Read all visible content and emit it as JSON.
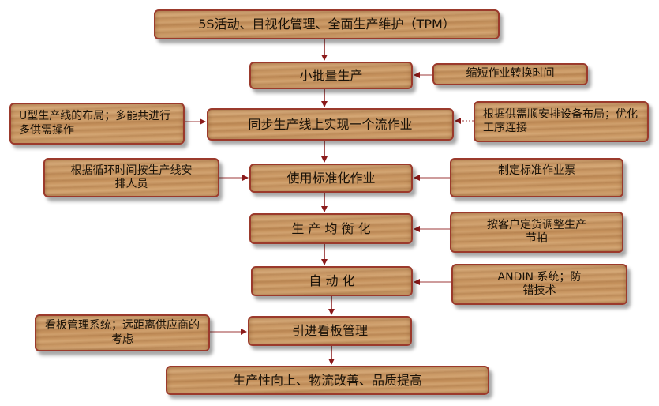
{
  "main_flow": [
    "5S活动、目视化管理、全面生产维护（TPM）",
    "小批量生产",
    "同步生产线上实现一个流作业",
    "使用标准化作业",
    "生 产 均 衡 化",
    "自 动 化",
    "引进看板管理",
    "生产性向上、物流改善、品质提高"
  ],
  "side_inputs": {
    "shorten_changeover": "缩短作业转换时间",
    "u_line": "U型生产线的布局；多能共进行多供需操作",
    "layout_by_demand": "根据供需顺安排设备布局；优化工序连接",
    "staff_by_cycle": "根据循环时间按生产线安排人员",
    "std_work_sheet": "制定标准作业票",
    "adjust_takt": "按客户定货调整生产节拍",
    "andin": "ANDIN 系统；防错技术",
    "kanban_system": "看板管理系统；远距离供应商的考虑"
  },
  "colors": {
    "border": "#9b3a2c",
    "arrow": "#8b1a1a",
    "wood": "#c8955f"
  }
}
